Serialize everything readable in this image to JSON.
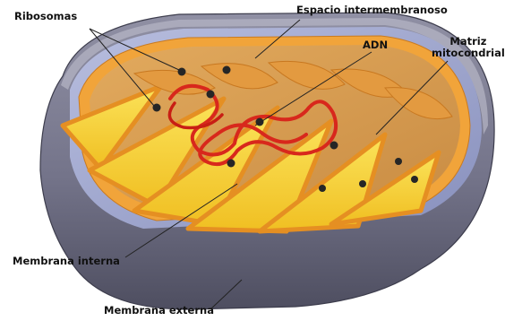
{
  "labels": {
    "ribosomas": "Ribosomas",
    "espacio": "Espacio intermembranoso",
    "adn": "ADN",
    "matriz_1": "Matriz",
    "matriz_2": "mitocondrial",
    "membrana_interna": "Membrana interna",
    "membrana_externa": "Membrana externa"
  },
  "colors": {
    "outer_membrane": "#7b7b8d",
    "outer_membrane_dark": "#4f4f60",
    "intermembrane_space": "#9fa6cc",
    "inner_membrane": "#f1a43a",
    "matrix": "#d59a4f",
    "cristae_yellow": "#f7d53a",
    "dna": "#d8281c",
    "ribosome": "#262626"
  }
}
